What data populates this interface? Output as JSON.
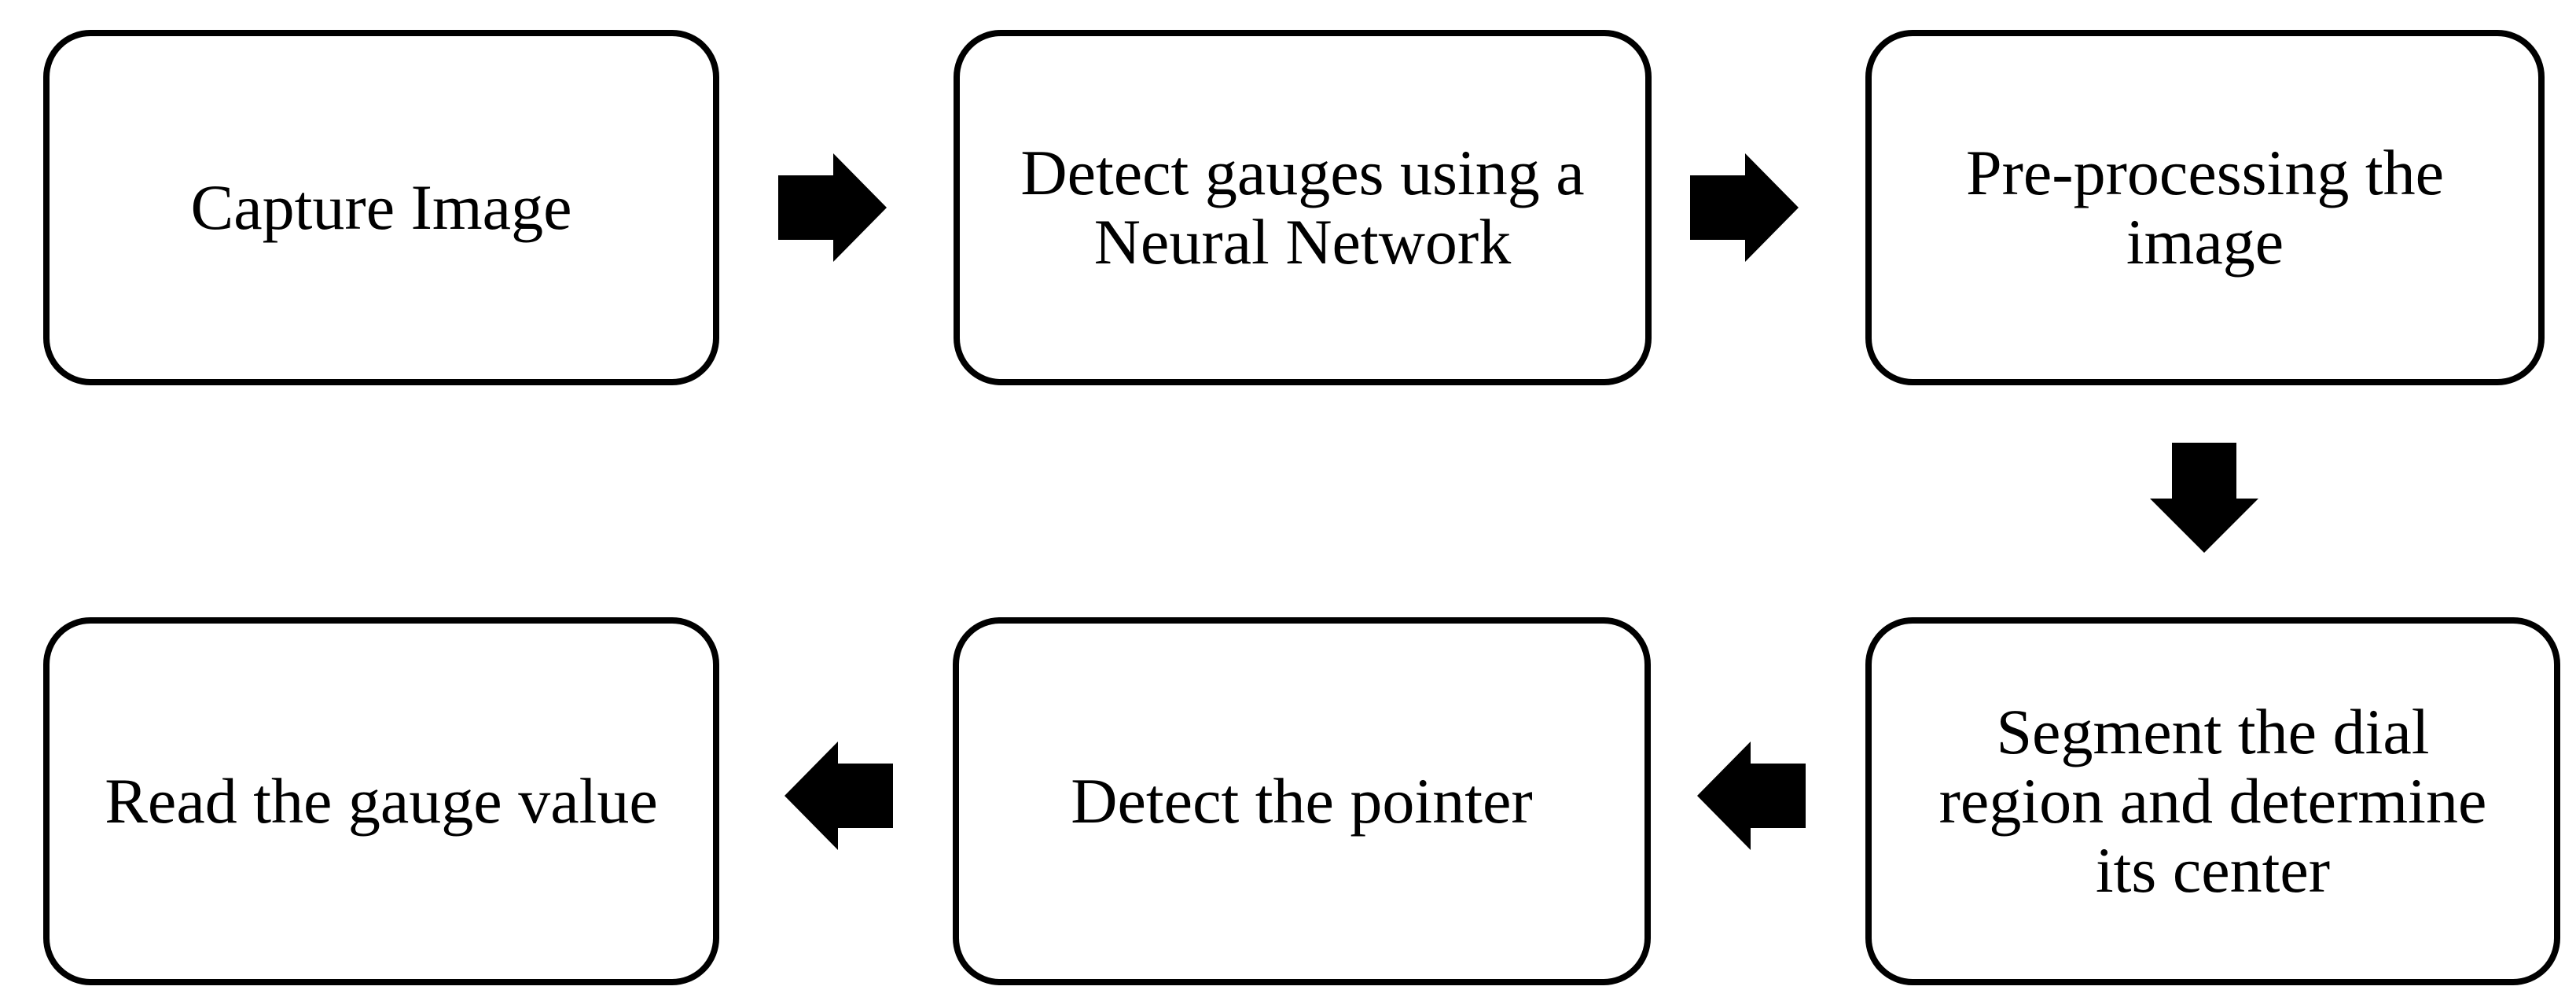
{
  "colors": {
    "background": "#ffffff",
    "box_fill": "#ffffff",
    "box_border": "#000000",
    "arrow": "#000000",
    "text": "#000000"
  },
  "nodes": [
    {
      "id": "capture-image",
      "label": "Capture Image"
    },
    {
      "id": "detect-gauges",
      "label": "Detect gauges using a\nNeural Network"
    },
    {
      "id": "pre-processing",
      "label": "Pre-processing the\nimage"
    },
    {
      "id": "segment-dial",
      "label": "Segment the dial\nregion and determine\nits center"
    },
    {
      "id": "detect-pointer",
      "label": "Detect the pointer"
    },
    {
      "id": "read-gauge",
      "label": "Read the gauge value"
    }
  ],
  "arrows": [
    {
      "id": "arrow-1",
      "direction": "right",
      "from": "capture-image",
      "to": "detect-gauges"
    },
    {
      "id": "arrow-2",
      "direction": "right",
      "from": "detect-gauges",
      "to": "pre-processing"
    },
    {
      "id": "arrow-3",
      "direction": "down",
      "from": "pre-processing",
      "to": "segment-dial"
    },
    {
      "id": "arrow-4",
      "direction": "left",
      "from": "segment-dial",
      "to": "detect-pointer"
    },
    {
      "id": "arrow-5",
      "direction": "left",
      "from": "detect-pointer",
      "to": "read-gauge"
    }
  ]
}
